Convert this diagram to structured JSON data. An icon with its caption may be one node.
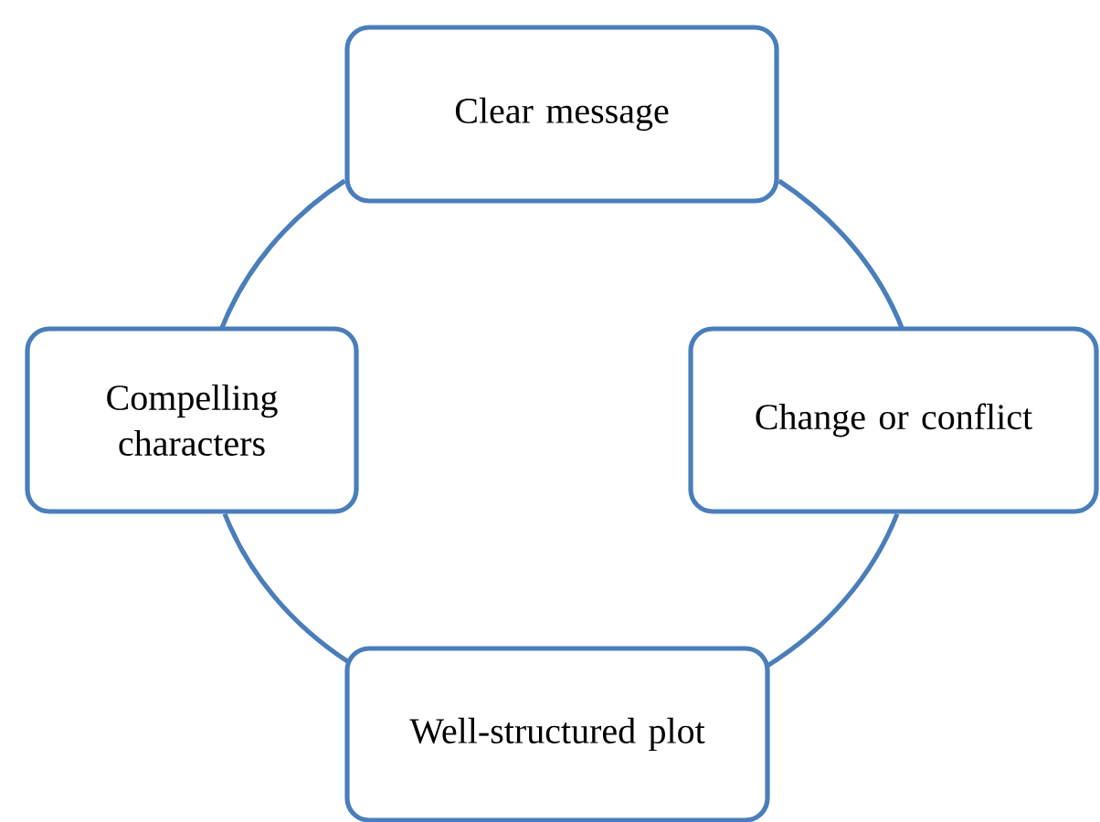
{
  "diagram": {
    "nodes": [
      {
        "text": [
          "Clear message"
        ]
      },
      {
        "text": [
          "Compelling characters"
        ]
      },
      {
        "text": [
          "Change or conflict"
        ]
      },
      {
        "text": [
          "Well-structured plot"
        ]
      }
    ],
    "edges": [
      {
        "from": 0,
        "to": 1,
        "arrow": "none"
      },
      {
        "from": 0,
        "to": 2,
        "arrow": "none"
      },
      {
        "from": 1,
        "to": 3,
        "arrow": "none"
      },
      {
        "from": 2,
        "to": 3,
        "arrow": "none"
      }
    ]
  }
}
